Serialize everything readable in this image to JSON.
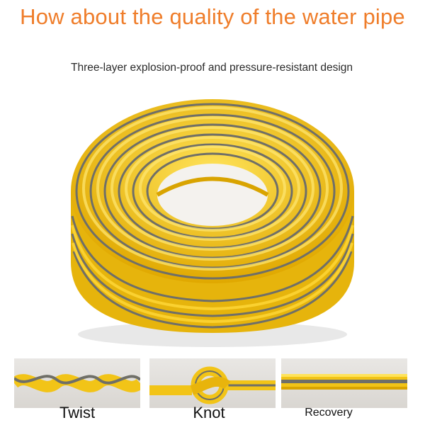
{
  "header": {
    "title": "How about the quality of the water pipe",
    "subtitle": "Three-layer explosion-proof and pressure-resistant design"
  },
  "thumbnails": [
    {
      "label": "Twist",
      "icon": "twisted-hose-image"
    },
    {
      "label": "Knot",
      "icon": "knotted-hose-image"
    },
    {
      "label": "Recovery",
      "icon": "straight-hose-image"
    }
  ],
  "colors": {
    "title": "#ef7d2a",
    "hose_yellow": "#f2c417",
    "hose_stripe": "#6f6f68"
  }
}
